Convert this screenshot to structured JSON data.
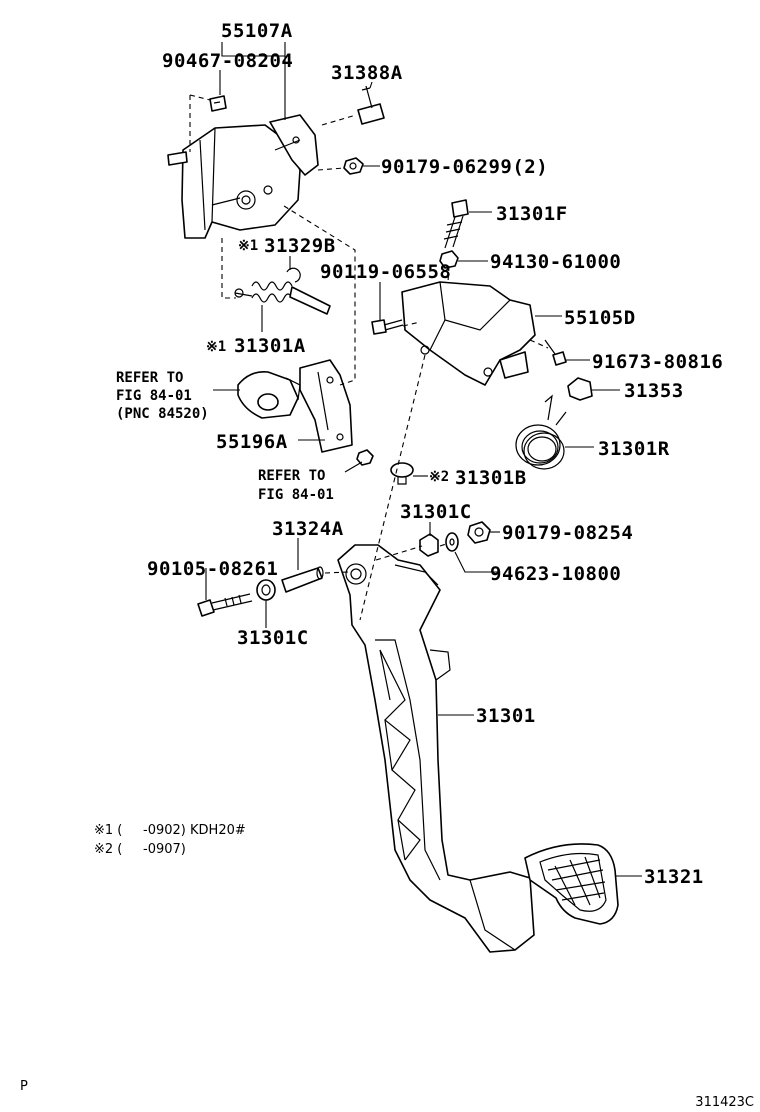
{
  "labels": {
    "p55107A": "55107A",
    "p90467": "90467-08204",
    "p31388A": "31388A",
    "p90179a": "90179-06299(2)",
    "p31301F": "31301F",
    "p31329B": "31329B",
    "p94130": "94130-61000",
    "p90119": "90119-06558",
    "p55105D": "55105D",
    "p31301A": "31301A",
    "p91673": "91673-80816",
    "p31353": "31353",
    "p31301R": "31301R",
    "p55196A": "55196A",
    "p31301B": "31301B",
    "p31301C_top": "31301C",
    "p90179b": "90179-08254",
    "p31324A": "31324A",
    "p90105": "90105-08261",
    "p94623": "94623-10800",
    "p31301C_bot": "31301C",
    "p31301": "31301",
    "p31321": "31321"
  },
  "markers": {
    "m1": "※1",
    "m1b": "※1",
    "m2": "※2"
  },
  "refs": {
    "ref1_line1": "REFER TO",
    "ref1_line2": "FIG 84-01",
    "ref1_line3": "(PNC 84520)",
    "ref2_line1": "REFER TO",
    "ref2_line2": "FIG 84-01"
  },
  "footnotes": {
    "n1": "※1 (     -0902) KDH20#",
    "n2": "※2 (     -0907)"
  },
  "footer": {
    "left": "P",
    "right": "311423C"
  }
}
